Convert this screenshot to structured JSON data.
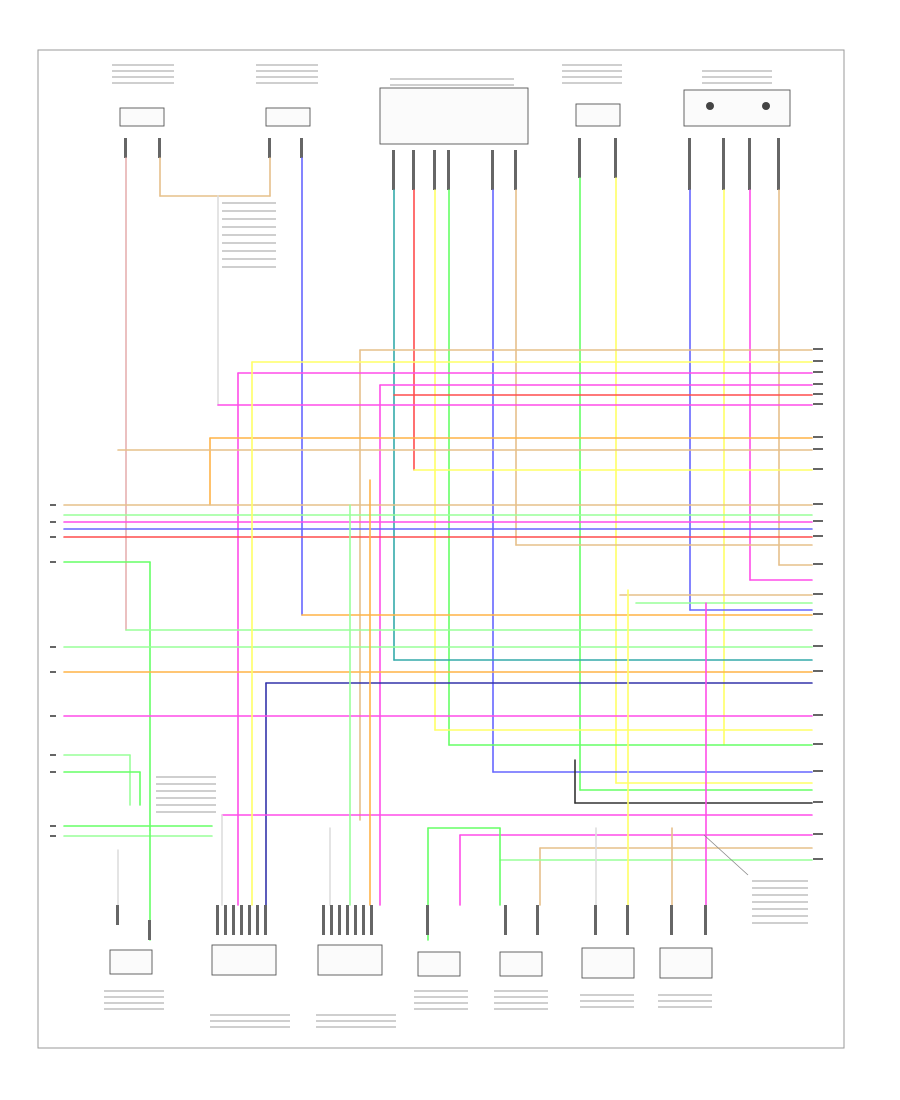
{
  "diagram": {
    "footer_code": "",
    "wire_colors": {
      "red": "#ff4d4d",
      "pink": "#ff4de8",
      "orange": "#ffb347",
      "tan": "#e6c08a",
      "yellow": "#ffff66",
      "green": "#66ff66",
      "ltgreen": "#99ff99",
      "blue": "#6666ff",
      "dkblue": "#3333aa",
      "teal": "#33cccc",
      "violet": "#cc66ff",
      "gray": "#888888",
      "black": "#333333",
      "brown": "#aa7744",
      "white": "#dddddd"
    },
    "top_components": [
      {
        "id": "c1",
        "lines": [
          "",
          "",
          "",
          ""
        ]
      },
      {
        "id": "c2",
        "lines": [
          "",
          "",
          "",
          ""
        ]
      },
      {
        "id": "c3",
        "lines": [
          "",
          "",
          ""
        ]
      },
      {
        "id": "c4",
        "lines": [
          "",
          "",
          "",
          ""
        ]
      },
      {
        "id": "c5",
        "lines": [
          "",
          "",
          ""
        ]
      }
    ],
    "bottom_components": [
      {
        "id": "b1",
        "lines": [
          "",
          "",
          "",
          "",
          ""
        ]
      },
      {
        "id": "b2",
        "lines": [
          "",
          "",
          "",
          ""
        ]
      },
      {
        "id": "b3",
        "lines": [
          "",
          "",
          "",
          ""
        ]
      },
      {
        "id": "b4",
        "lines": [
          "",
          "",
          "",
          "",
          ""
        ]
      },
      {
        "id": "b5",
        "lines": [
          "",
          "",
          "",
          "",
          ""
        ]
      },
      {
        "id": "b6",
        "lines": [
          "",
          "",
          "",
          "",
          ""
        ]
      },
      {
        "id": "b7",
        "lines": [
          "",
          "",
          "",
          "",
          ""
        ]
      }
    ]
  }
}
